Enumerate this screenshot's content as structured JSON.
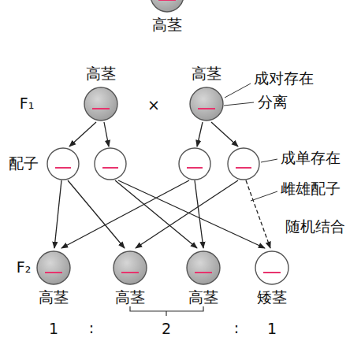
{
  "diagram": {
    "nodes": [
      {
        "text": [
          "高茎"
        ]
      },
      {
        "text": [
          "高茎"
        ]
      },
      {
        "text": [
          "高茎"
        ]
      },
      {
        "text": [
          "高茎"
        ]
      },
      {
        "text": [
          "高茎"
        ]
      },
      {
        "text": [
          "高茎"
        ]
      },
      {
        "text": [
          "矮茎"
        ]
      }
    ],
    "labels": [
      "F₁",
      "×",
      "成对存在",
      "分离",
      "配子",
      "成单存在",
      "雌雄配子",
      "随机结合",
      "F₂",
      "1",
      ":",
      "2",
      ":",
      "1"
    ]
  }
}
